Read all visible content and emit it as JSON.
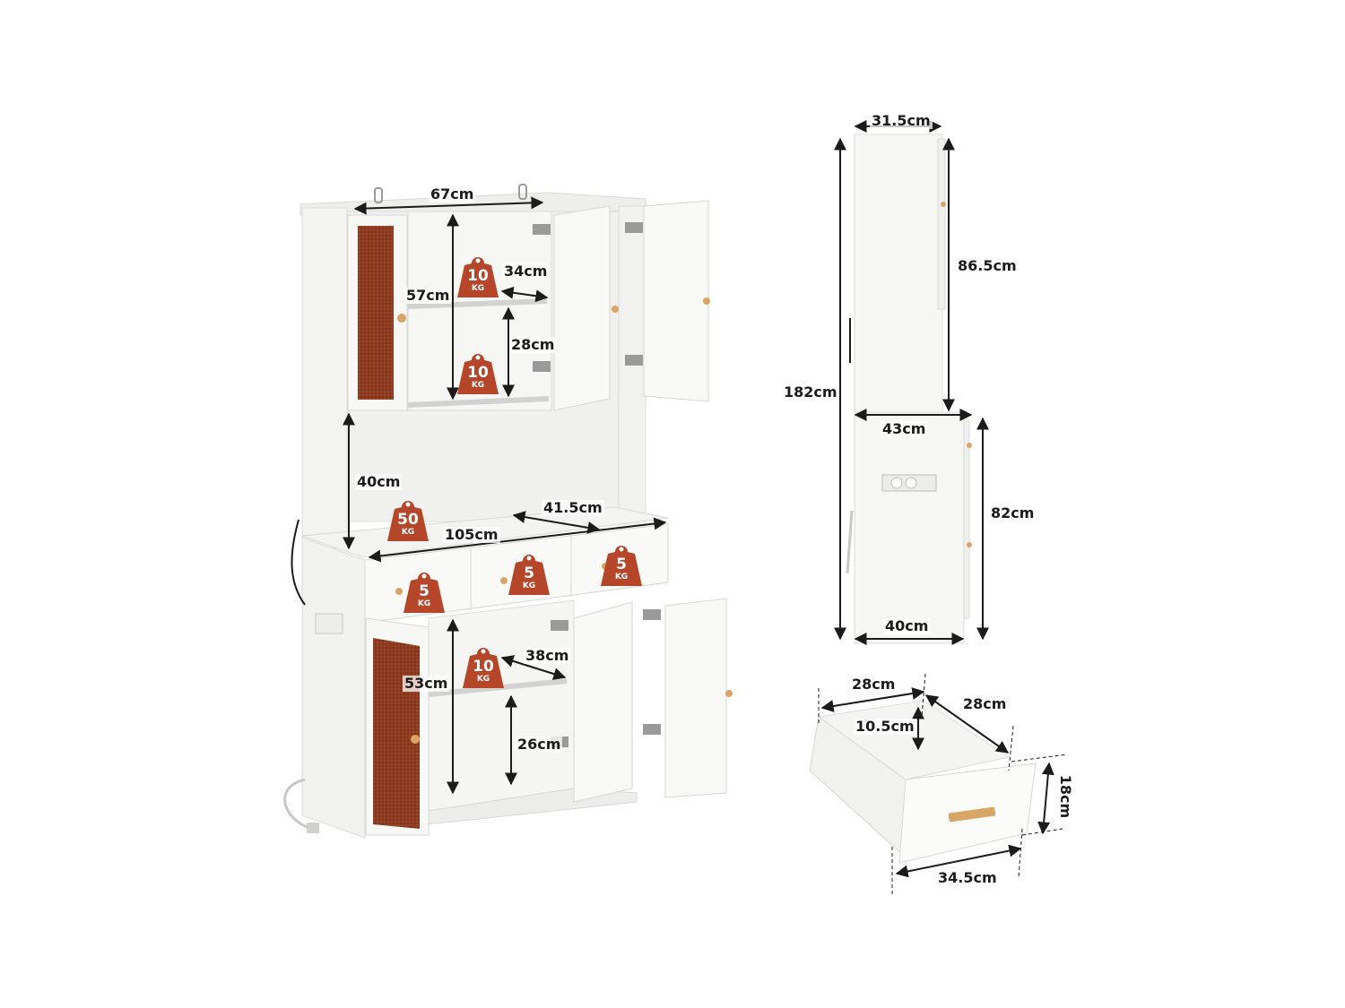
{
  "colors": {
    "badge": "#b5462a",
    "rattan": "#8e3d22",
    "panel": "#f4f4f2",
    "arrow": "#1b1b1b",
    "knob": "#d9a566"
  },
  "main_view": {
    "top_width": "67cm",
    "top_depth_shelf": "34cm",
    "upper_height": "57cm",
    "upper_shelf_gap": "28cm",
    "open_height": "40cm",
    "counter_width": "105cm",
    "counter_depth": "41.5cm",
    "lower_height": "53cm",
    "lower_shelf_depth": "38cm",
    "lower_shelf_gap": "26cm"
  },
  "weights": [
    {
      "id": "upper-shelf",
      "value": "10",
      "unit": "KG"
    },
    {
      "id": "upper-bottom",
      "value": "10",
      "unit": "KG"
    },
    {
      "id": "counter",
      "value": "50",
      "unit": "KG"
    },
    {
      "id": "drawer-left",
      "value": "5",
      "unit": "KG"
    },
    {
      "id": "drawer-middle",
      "value": "5",
      "unit": "KG"
    },
    {
      "id": "drawer-right",
      "value": "5",
      "unit": "KG"
    },
    {
      "id": "lower-shelf",
      "value": "10",
      "unit": "KG"
    }
  ],
  "side_view": {
    "top_depth": "31.5cm",
    "total_height": "182cm",
    "upper_height": "86.5cm",
    "counter_depth": "43cm",
    "lower_height": "82cm",
    "base_depth": "40cm"
  },
  "drawer_view": {
    "width": "28cm",
    "depth": "28cm",
    "inner_height": "10.5cm",
    "front_height": "18cm",
    "front_width": "34.5cm"
  }
}
